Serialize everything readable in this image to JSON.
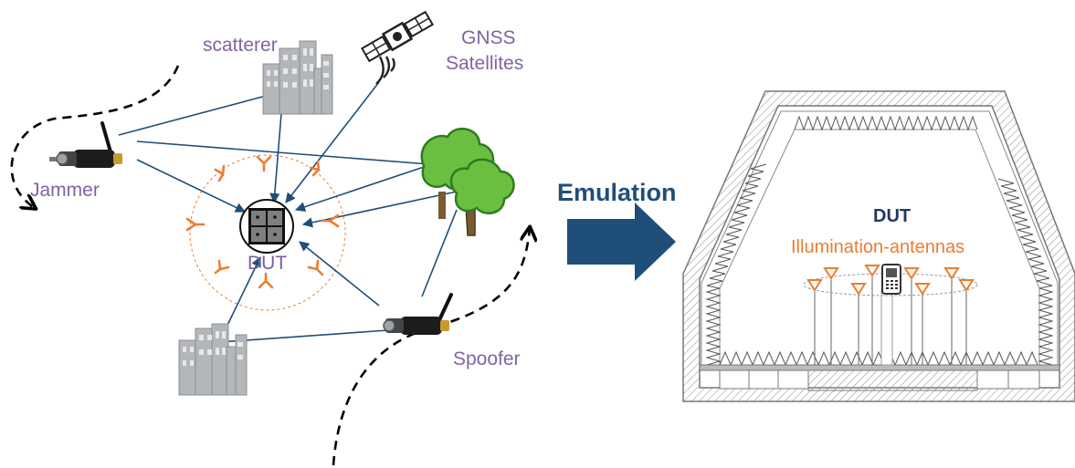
{
  "labels": {
    "scatterer": "scatterer",
    "gnss_line1": "GNSS",
    "gnss_line2": "Satellites",
    "jammer": "Jammer",
    "dut": "DUT",
    "spoofer": "Spoofer",
    "emulation": "Emulation",
    "chamber_dut": "DUT",
    "illumination_antennas": "Illumination-antennas"
  },
  "colors": {
    "ray": "#1f4e79",
    "label_purple": "#8064a2",
    "antenna_orange": "#ed7d31",
    "arrow_blue": "#1f4e79",
    "tree_green": "#6abf40"
  },
  "icons": [
    "satellite-icon",
    "building-icon",
    "tree-icon",
    "jammer-device-icon",
    "spoofer-device-icon",
    "antenna-icon",
    "phone-icon",
    "anechoic-chamber-icon"
  ]
}
